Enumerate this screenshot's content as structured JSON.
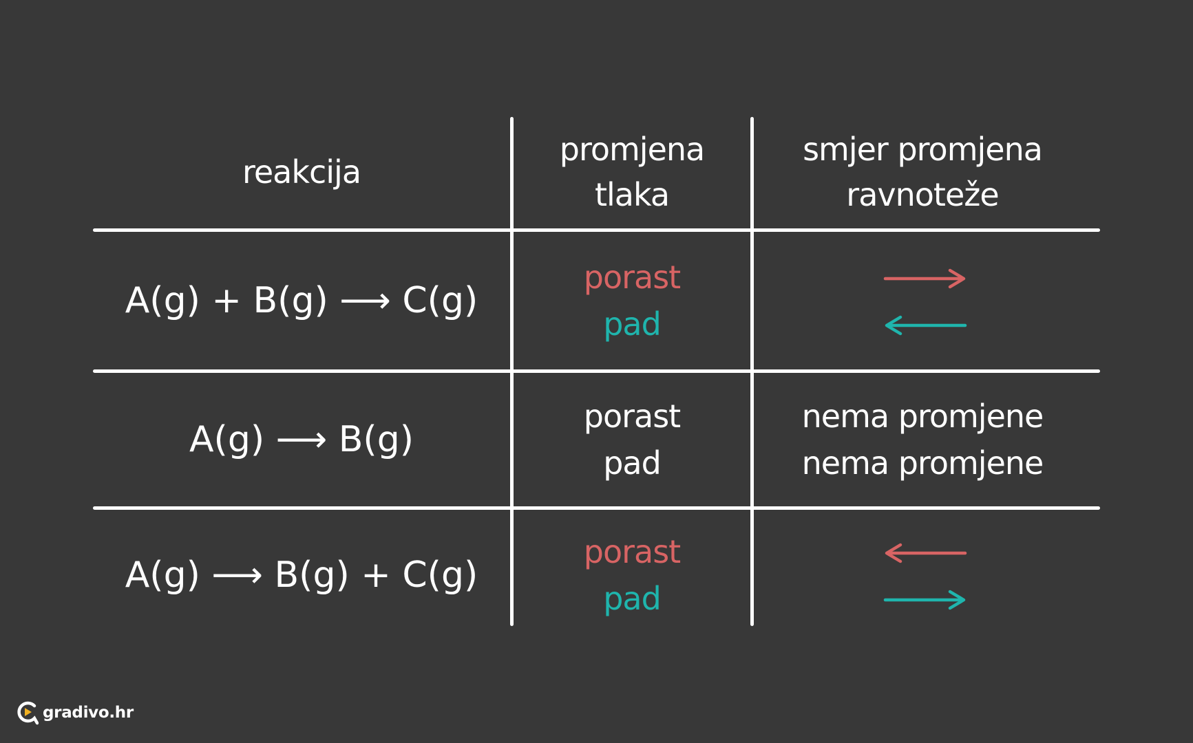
{
  "colors": {
    "background": "#383838",
    "lines": "#ffffff",
    "increase": "#d86464",
    "decrease": "#1fb5ad",
    "logo_accent": "#f0b020"
  },
  "header": {
    "reaction": "reakcija",
    "pressure_line1": "promjena",
    "pressure_line2": "tlaka",
    "direction_line1": "smjer promjena",
    "direction_line2": "ravnoteže"
  },
  "rows": [
    {
      "reaction": "A(g) + B(g) ⟶ C(g)",
      "change_1": "porast",
      "change_2": "pad",
      "direction_1": "right-arrow",
      "direction_2": "left-arrow"
    },
    {
      "reaction": "A(g) ⟶ B(g)",
      "change_1": "porast",
      "change_2": "pad",
      "direction_1": "nema promjene",
      "direction_2": "nema promjene"
    },
    {
      "reaction": "A(g) ⟶ B(g) + C(g)",
      "change_1": "porast",
      "change_2": "pad",
      "direction_1": "left-arrow",
      "direction_2": "right-arrow"
    }
  ],
  "logo": {
    "text": "gradivo.hr",
    "icon": "gradivo-logo-icon"
  }
}
